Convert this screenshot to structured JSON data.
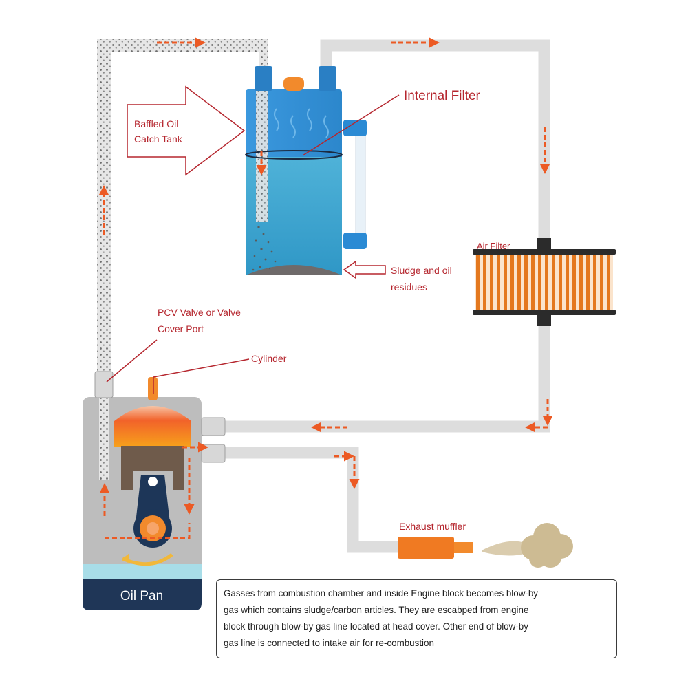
{
  "labels": {
    "internal_filter": "Internal Filter",
    "catch_tank_line1": "Baffled Oil",
    "catch_tank_line2": "Catch Tank",
    "air_filter": "Air Filter",
    "sludge_line1": "Sludge and oil",
    "sludge_line2": "residues",
    "pcv_line1": "PCV Valve or Valve",
    "pcv_line2": "Cover Port",
    "cylinder": "Cylinder",
    "exhaust_muffler": "Exhaust muffler",
    "oil_pan": "Oil Pan"
  },
  "note_lines": [
    "Gasses from combustion chamber and inside Engine block becomes blow-by",
    "gas which contains sludge/carbon articles. They are escabped from engine",
    "block through blow-by gas line located at head cover. Other end of blow-by",
    "gas line is connected to intake air for re-combustion"
  ],
  "colors": {
    "label_red": "#b5262e",
    "flow_arrow": "#ec5a24",
    "pipe": "#dddddd",
    "tank_blue": "#2f8fd6",
    "tank_oil": "#3aa3cf",
    "air_filter_orange": "#e4781e",
    "oil_pan_navy": "#1f3657",
    "engine_gray": "#bdbdbd",
    "smoke": "#cdbb93"
  }
}
